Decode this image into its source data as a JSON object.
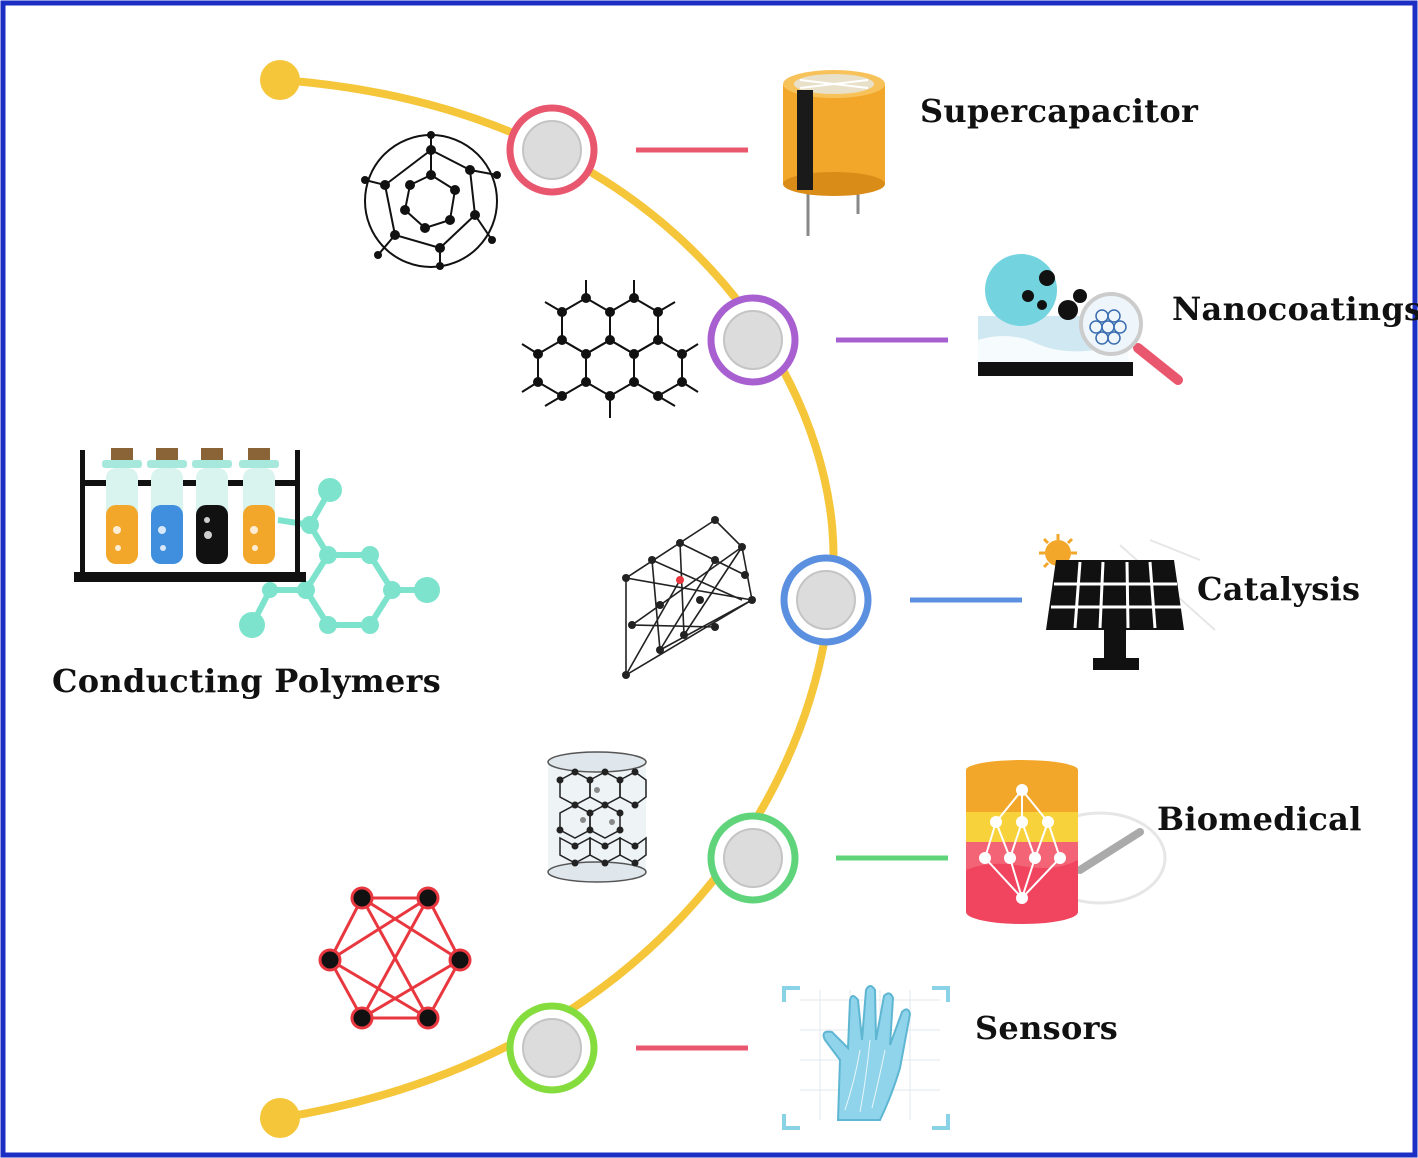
{
  "center_title": "Conducting Polymers",
  "applications": [
    {
      "label": "Supercapacitor",
      "ring_color": "#e9576e",
      "connector_color": "#e9576e",
      "icon": "capacitor-icon"
    },
    {
      "label": "Nanocoatings",
      "ring_color": "#a85fd0",
      "connector_color": "#a85fd0",
      "icon": "nanocoating-magnifier-icon"
    },
    {
      "label": "Catalysis",
      "ring_color": "#5b8fe0",
      "connector_color": "#5b8fe0",
      "icon": "solar-panel-icon"
    },
    {
      "label": "Biomedical",
      "ring_color": "#5fd47a",
      "connector_color": "#5fd47a",
      "icon": "capsule-network-icon"
    },
    {
      "label": "Sensors",
      "ring_color": "#84dd3c",
      "connector_color": "#e9576e",
      "icon": "hand-scan-icon"
    }
  ],
  "colors": {
    "frame": "#1c2fc4",
    "arc": "#f5c63a",
    "test_tube_orange": "#f3a72a",
    "test_tube_blue": "#3f8fde",
    "test_tube_black": "#111111",
    "molecule_teal": "#7de3cc",
    "network_red": "#e8373f"
  },
  "structures": [
    "fullerene-icon",
    "graphene-sheet-icon",
    "lattice-icon",
    "nanotube-icon",
    "hexagon-network-icon"
  ]
}
